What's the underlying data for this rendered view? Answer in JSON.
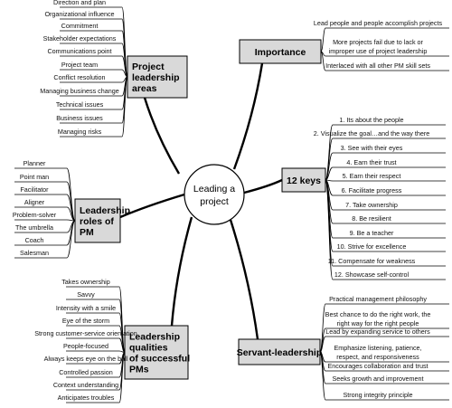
{
  "center": {
    "line1": "Leading a",
    "line2": "project"
  },
  "branches": [
    {
      "id": "project-leadership-areas",
      "title": [
        "Project",
        "leadership",
        "areas"
      ],
      "items": [
        "Direction and plan",
        "Organizational influence",
        "Commitment",
        "Stakeholder expectations",
        "Communications point",
        "Project team",
        "Conflict resolution",
        "Managing business change",
        "Technical issues",
        "Business issues",
        "Managing risks"
      ]
    },
    {
      "id": "leadership-roles-of-pm",
      "title": [
        "Leadership",
        "roles of",
        "PM"
      ],
      "items": [
        "Planner",
        "Point man",
        "Facilitator",
        "Aligner",
        "Problem-solver",
        "The umbrella",
        "Coach",
        "Salesman"
      ]
    },
    {
      "id": "leadership-qualities",
      "title": [
        "Leadership",
        "qualities",
        "of successful",
        "PMs"
      ],
      "items": [
        "Takes ownership",
        "Savvy",
        "Intensity with a smile",
        "Eye of the storm",
        "Strong customer-service orientation",
        "People-focused",
        "Always keeps eye on the ball",
        "Controlled passion",
        "Context understanding",
        "Anticipates troubles"
      ]
    },
    {
      "id": "importance",
      "title": [
        "Importance"
      ],
      "items": [
        [
          "Lead people and people accomplish projects"
        ],
        [
          "More projects fail due to lack or",
          "improper use of project leadership"
        ],
        [
          "Interlaced with all other PM skill sets"
        ]
      ]
    },
    {
      "id": "twelve-keys",
      "title": [
        "12 keys"
      ],
      "items": [
        "1. Its about the people",
        "2. Visualize the goal…and the way there",
        "3. See with their eyes",
        "4. Earn their trust",
        "5. Earn their respect",
        "6. Facilitate progress",
        "7. Take ownership",
        "8. Be resilient",
        "9. Be a teacher",
        "10. Strive for excellence",
        "11. Compensate for weakness",
        "12. Showcase self-control"
      ]
    },
    {
      "id": "servant-leadership",
      "title": [
        "Servant-leadership"
      ],
      "items": [
        [
          "Practical management philosophy"
        ],
        [
          "Best chance to do the right work, the",
          "right way for the right people"
        ],
        [
          "Lead by expanding service to others"
        ],
        [
          "Emphasize listening, patience,",
          "respect, and responsiveness"
        ],
        [
          "Encourages collaboration and trust"
        ],
        [
          "Seeks growth and improvement"
        ],
        [
          "Strong integrity principle"
        ]
      ]
    }
  ]
}
